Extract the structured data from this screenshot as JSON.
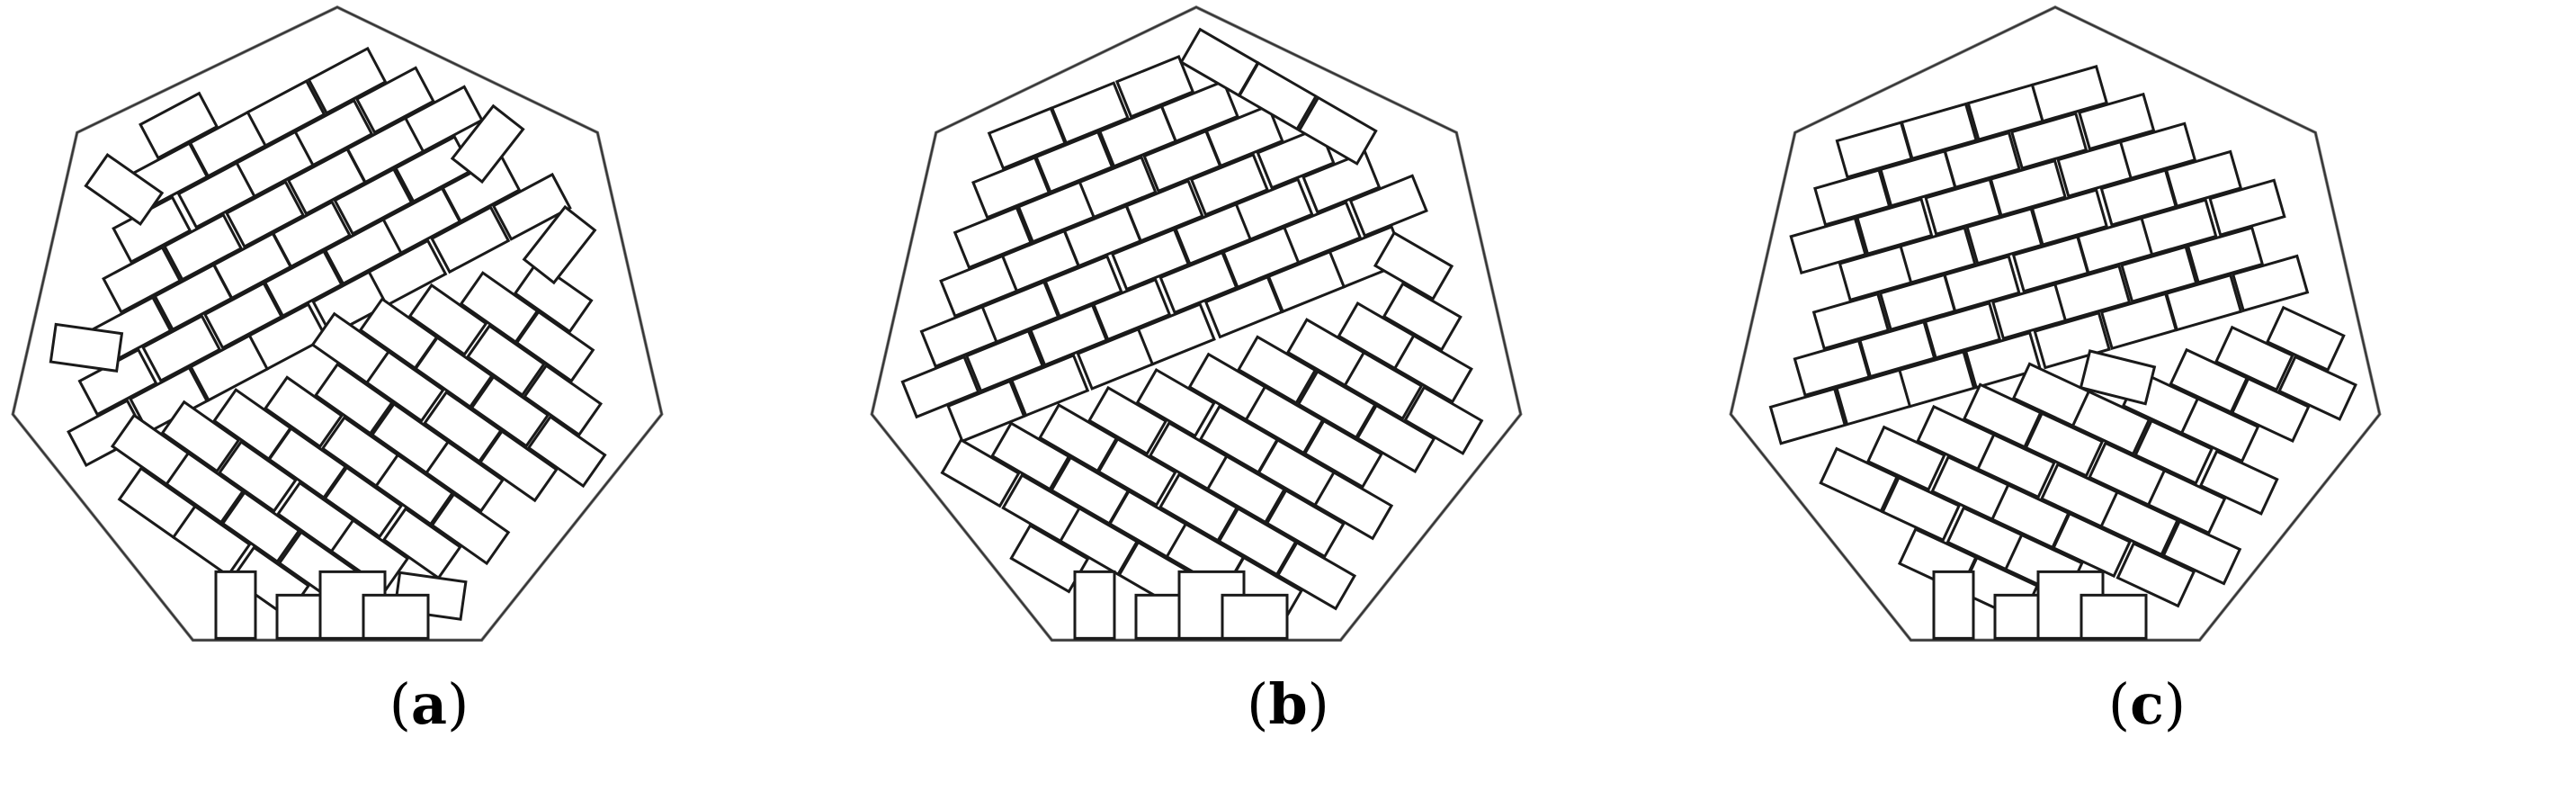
{
  "figure": {
    "panels": [
      {
        "id": "a",
        "caption_letter": "a"
      },
      {
        "id": "b",
        "caption_letter": "b"
      },
      {
        "id": "c",
        "caption_letter": "c"
      }
    ]
  },
  "style": {
    "stroke_color": "#1a1a1a",
    "background": "#ffffff"
  }
}
